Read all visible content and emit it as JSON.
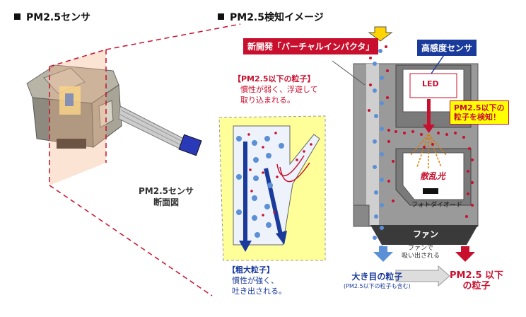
{
  "left_header": "PM2.5センサ",
  "right_header": "PM2.5検知イメージ",
  "sensor_caption_line1": "PM2.5センサ",
  "sensor_caption_line2": "断面図",
  "virtual_impactor_label": "新開発「バーチャルインパクタ」",
  "high_sensitivity_label": "高感度センサ",
  "small_particle_title": "【PM2.5以下の粒子】",
  "small_particle_desc_1": "慣性が弱く、浮遊して",
  "small_particle_desc_2": "取り込まれる。",
  "coarse_title": "【粗大粒子】",
  "coarse_desc_1": "慣性が強く、",
  "coarse_desc_2": "吐き出される。",
  "led_label": "LED",
  "detect_label_1": "PM2.5以下の",
  "detect_label_2": "粒子を検知！",
  "scatter_label": "散乱光",
  "photodiode_label": "フォトダイオード",
  "fan_label": "ファン",
  "fan_note_1": "ファンで",
  "fan_note_2": "吸い出される",
  "large_particle_label": "大き目の粒子",
  "large_particle_note": "(PM2.5以下の粒子も含む)",
  "small_out_label_1": "PM2.5 以下",
  "small_out_label_2": "の粒子",
  "colors": {
    "red": "#c8102e",
    "navy": "#1a3a9c",
    "yellow": "#ffff99",
    "blue_dot": "#5b8fd6"
  }
}
